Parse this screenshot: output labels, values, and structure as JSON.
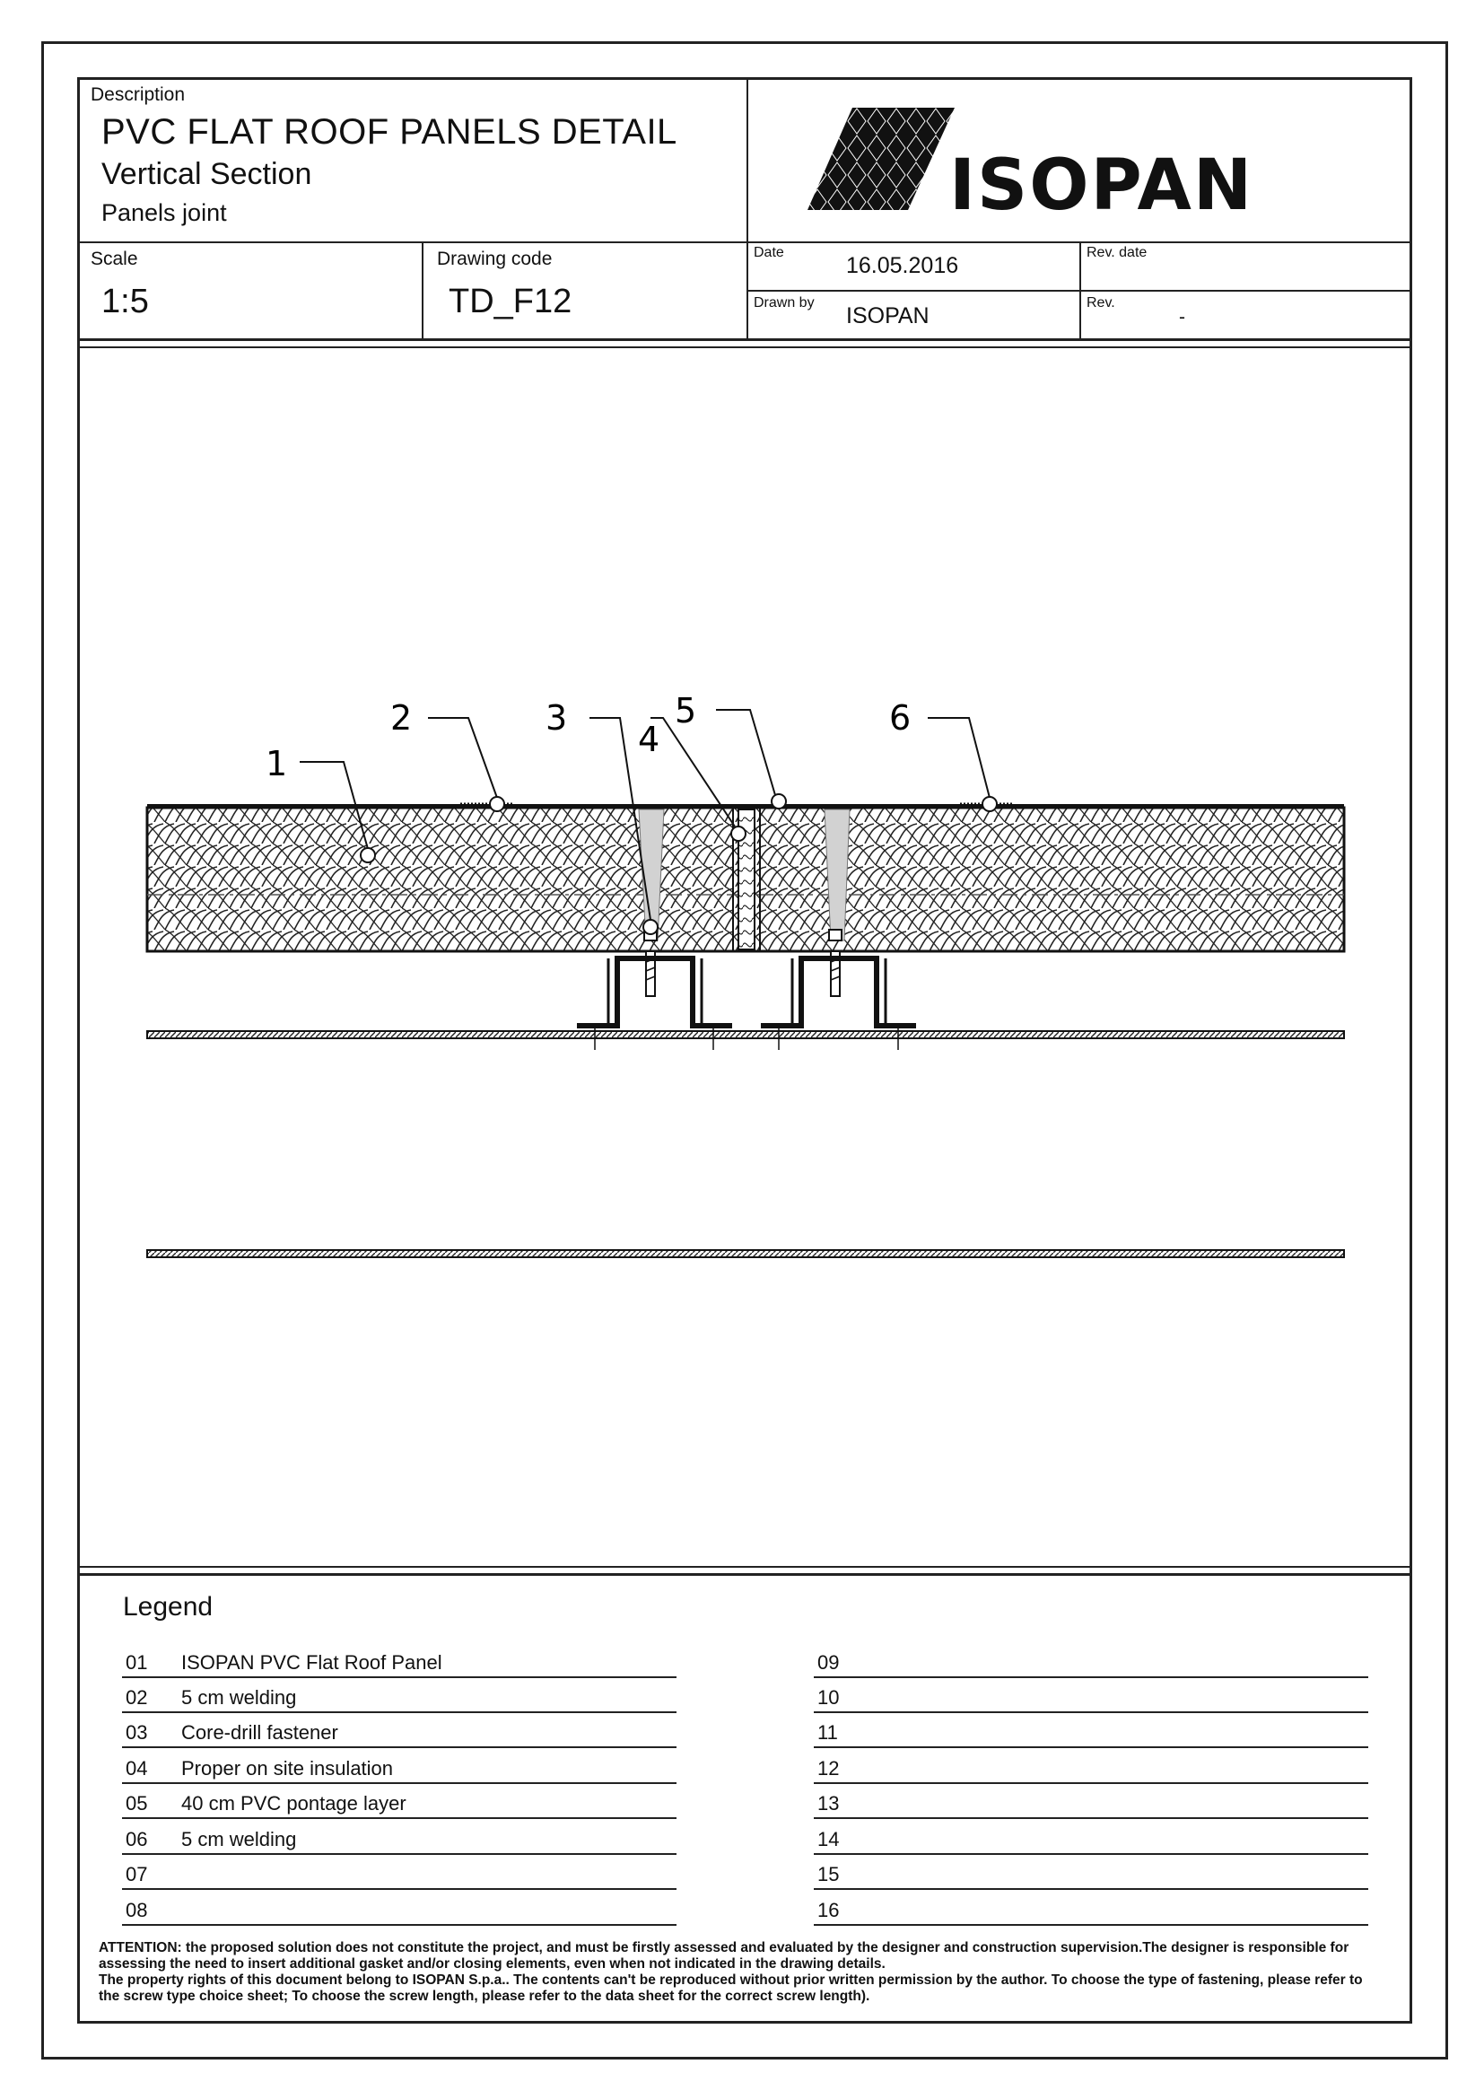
{
  "title_block": {
    "description_label": "Description",
    "title": "PVC FLAT ROOF PANELS DETAIL",
    "subtitle": "Vertical Section",
    "subtitle2": "Panels joint",
    "scale_label": "Scale",
    "scale_value": "1:5",
    "drawing_code_label": "Drawing code",
    "drawing_code_value": "TD_F12",
    "date_label": "Date",
    "date_value": "16.05.2016",
    "rev_date_label": "Rev. date",
    "drawn_by_label": "Drawn by",
    "drawn_by_value": "ISOPAN",
    "rev_label": "Rev.",
    "rev_value": "-"
  },
  "logo": {
    "text": "ISOPAN",
    "icon": "isopan-logo-icon"
  },
  "drawing": {
    "callouts": [
      "1",
      "2",
      "3",
      "4",
      "5",
      "6"
    ]
  },
  "legend": {
    "title": "Legend",
    "left": [
      {
        "num": "01",
        "text": "ISOPAN PVC Flat Roof Panel"
      },
      {
        "num": "02",
        "text": "5 cm welding"
      },
      {
        "num": "03",
        "text": "Core-drill fastener"
      },
      {
        "num": "04",
        "text": "Proper on site insulation"
      },
      {
        "num": "05",
        "text": "40 cm PVC pontage layer"
      },
      {
        "num": "06",
        "text": "5 cm welding"
      },
      {
        "num": "07",
        "text": ""
      },
      {
        "num": "08",
        "text": ""
      }
    ],
    "right": [
      {
        "num": "09",
        "text": ""
      },
      {
        "num": "10",
        "text": ""
      },
      {
        "num": "11",
        "text": ""
      },
      {
        "num": "12",
        "text": ""
      },
      {
        "num": "13",
        "text": ""
      },
      {
        "num": "14",
        "text": ""
      },
      {
        "num": "15",
        "text": ""
      },
      {
        "num": "16",
        "text": ""
      }
    ]
  },
  "notes": {
    "line1": "ATTENTION: the proposed solution does not constitute the project, and must be firstly assessed and evaluated by the designer and construction supervision.The designer is responsible for",
    "line2": "assessing the need to insert additional gasket and/or closing elements, even when not indicated in the drawing details.",
    "line3": "The property rights of this document belong to ISOPAN S.p.a.. The contents can't be reproduced without prior written permission by the author. To choose the type of fastening, please refer to",
    "line4": "the screw type choice sheet; To choose the screw length, please refer to the data sheet for the correct screw length)."
  }
}
